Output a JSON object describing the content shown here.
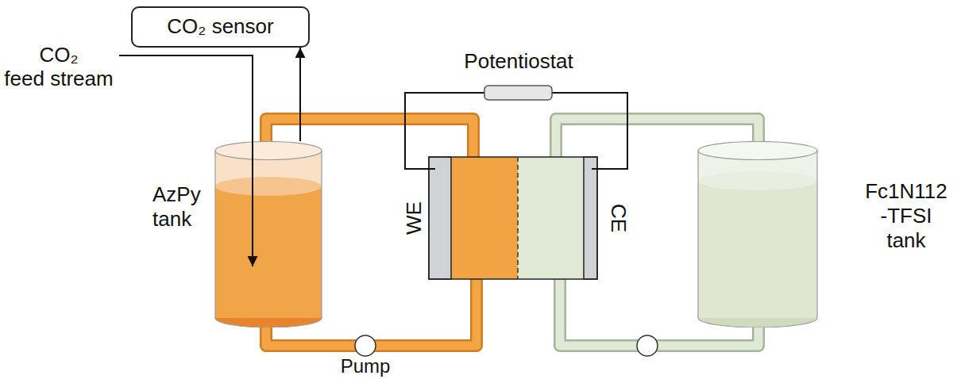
{
  "diagram": {
    "nodes": [
      {
        "text": [
          "CO₂ sensor"
        ]
      },
      {
        "text": [
          "AzPy tank"
        ]
      },
      {
        "text": [
          "Fc1N112 -TFSI tank"
        ]
      }
    ],
    "edges": [
      {
        "from": 1,
        "to": 0,
        "arrow": "to"
      }
    ],
    "labels": [
      "CO₂ feed stream",
      "Potentiostat",
      "WE",
      "CE",
      "Pump"
    ]
  }
}
